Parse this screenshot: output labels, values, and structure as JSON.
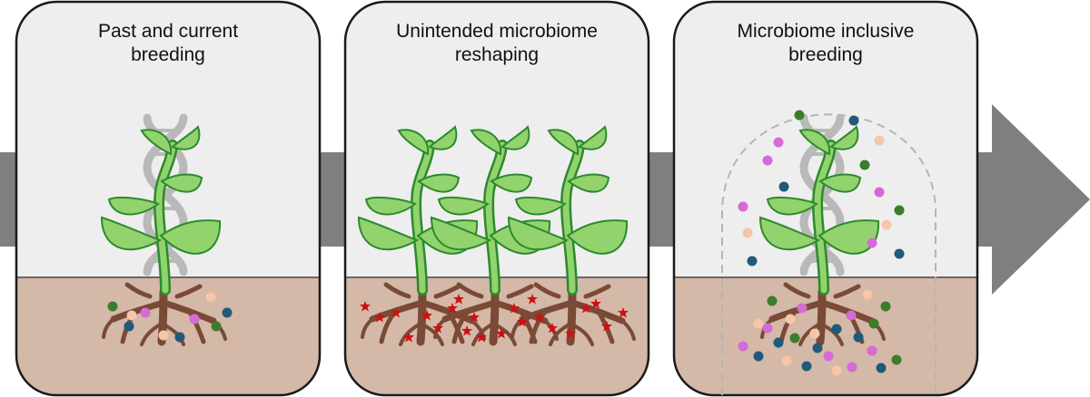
{
  "panels": [
    {
      "id": "past",
      "title_line1": "Past and current",
      "title_line2": "breeding"
    },
    {
      "id": "unintended",
      "title_line1": "Unintended microbiome",
      "title_line2": "reshaping"
    },
    {
      "id": "inclusive",
      "title_line1": "Microbiome inclusive",
      "title_line2": "breeding"
    }
  ],
  "colors": {
    "panel_bg": "#eeeeee",
    "panel_border": "#1a1a1a",
    "soil": "#d4b8a8",
    "arrow": "#7f7f7f",
    "leaf_fill": "#92d36e",
    "leaf_stroke": "#2c8a2c",
    "root": "#7a4a36",
    "dna": "#b9b9b9",
    "microbe_pathogen": "#cc1010",
    "microbe_green": "#3a7d2c",
    "microbe_blue": "#1f5a78",
    "microbe_pink": "#d66ad6",
    "microbe_peach": "#f5c6a8",
    "dome": "#b5b5b5"
  },
  "icons": [
    "dna-helix-icon",
    "plant-icon",
    "root-icon",
    "microbe-icon",
    "pathogen-icon",
    "progress-arrow-icon"
  ]
}
